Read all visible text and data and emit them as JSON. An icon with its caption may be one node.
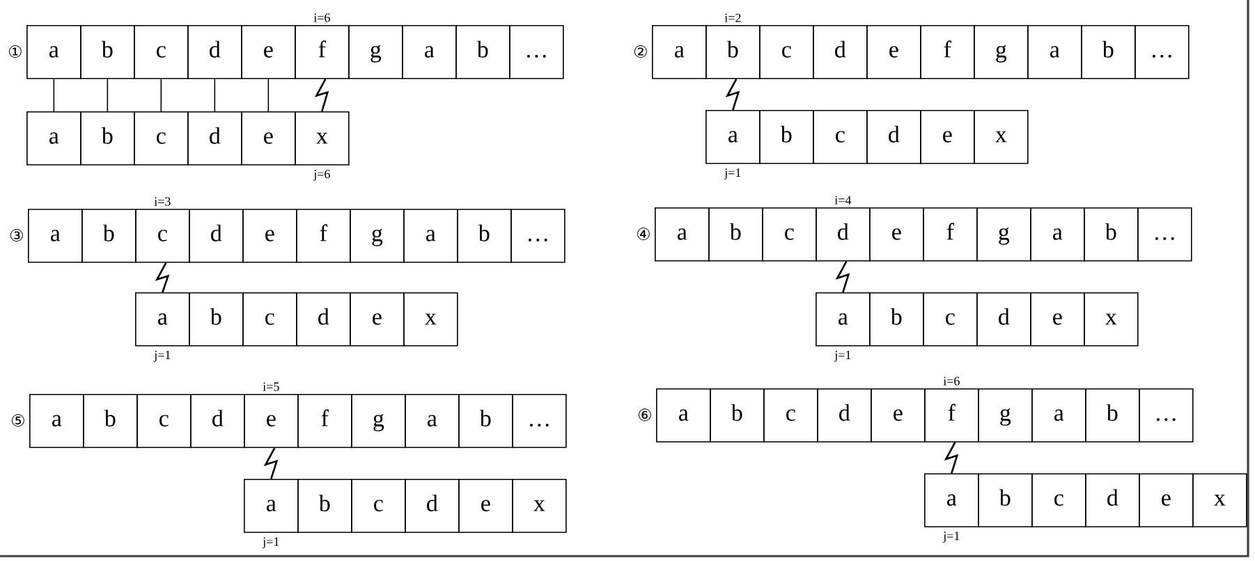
{
  "diagram": {
    "nodes": [
      {
        "text": [
          "a"
        ]
      },
      {
        "text": [
          "b"
        ]
      },
      {
        "text": [
          "c"
        ]
      },
      {
        "text": [
          "d"
        ]
      },
      {
        "text": [
          "e"
        ]
      },
      {
        "text": [
          "f"
        ],
        "beside": [
          "i=6"
        ]
      },
      {
        "text": [
          "g"
        ]
      },
      {
        "text": [
          "a"
        ]
      },
      {
        "text": [
          "b"
        ]
      },
      {
        "text": [
          "…"
        ]
      },
      {
        "text": [
          "a"
        ]
      },
      {
        "text": [
          "b"
        ]
      },
      {
        "text": [
          "c"
        ]
      },
      {
        "text": [
          "d"
        ]
      },
      {
        "text": [
          "e"
        ]
      },
      {
        "text": [
          "x"
        ],
        "beside": [
          "j=6"
        ]
      },
      {
        "text": [
          "a"
        ]
      },
      {
        "text": [
          "b"
        ],
        "beside": [
          "i=2"
        ]
      },
      {
        "text": [
          "c"
        ]
      },
      {
        "text": [
          "d"
        ]
      },
      {
        "text": [
          "e"
        ]
      },
      {
        "text": [
          "f"
        ]
      },
      {
        "text": [
          "g"
        ]
      },
      {
        "text": [
          "a"
        ]
      },
      {
        "text": [
          "b"
        ]
      },
      {
        "text": [
          "…"
        ]
      },
      {
        "text": [
          "a"
        ],
        "beside": [
          "j=1"
        ]
      },
      {
        "text": [
          "b"
        ]
      },
      {
        "text": [
          "c"
        ]
      },
      {
        "text": [
          "d"
        ]
      },
      {
        "text": [
          "e"
        ]
      },
      {
        "text": [
          "x"
        ]
      },
      {
        "text": [
          "a"
        ]
      },
      {
        "text": [
          "b"
        ]
      },
      {
        "text": [
          "c"
        ],
        "beside": [
          "i=3"
        ]
      },
      {
        "text": [
          "d"
        ]
      },
      {
        "text": [
          "e"
        ]
      },
      {
        "text": [
          "f"
        ]
      },
      {
        "text": [
          "g"
        ]
      },
      {
        "text": [
          "a"
        ]
      },
      {
        "text": [
          "b"
        ]
      },
      {
        "text": [
          "…"
        ]
      },
      {
        "text": [
          "a"
        ],
        "beside": [
          "j=1"
        ]
      },
      {
        "text": [
          "b"
        ]
      },
      {
        "text": [
          "c"
        ]
      },
      {
        "text": [
          "d"
        ]
      },
      {
        "text": [
          "e"
        ]
      },
      {
        "text": [
          "x"
        ]
      },
      {
        "text": [
          "a"
        ]
      },
      {
        "text": [
          "b"
        ]
      },
      {
        "text": [
          "c"
        ]
      },
      {
        "text": [
          "d"
        ],
        "beside": [
          "i=4"
        ]
      },
      {
        "text": [
          "e"
        ]
      },
      {
        "text": [
          "f"
        ]
      },
      {
        "text": [
          "g"
        ]
      },
      {
        "text": [
          "a"
        ]
      },
      {
        "text": [
          "b"
        ]
      },
      {
        "text": [
          "…"
        ]
      },
      {
        "text": [
          "a"
        ],
        "beside": [
          "j=1"
        ]
      },
      {
        "text": [
          "b"
        ]
      },
      {
        "text": [
          "c"
        ]
      },
      {
        "text": [
          "d"
        ]
      },
      {
        "text": [
          "e"
        ]
      },
      {
        "text": [
          "x"
        ]
      },
      {
        "text": [
          "a"
        ]
      },
      {
        "text": [
          "b"
        ]
      },
      {
        "text": [
          "c"
        ]
      },
      {
        "text": [
          "d"
        ]
      },
      {
        "text": [
          "e"
        ],
        "beside": [
          "i=5"
        ]
      },
      {
        "text": [
          "f"
        ]
      },
      {
        "text": [
          "g"
        ]
      },
      {
        "text": [
          "a"
        ]
      },
      {
        "text": [
          "b"
        ]
      },
      {
        "text": [
          "…"
        ]
      },
      {
        "text": [
          "a"
        ],
        "beside": [
          "j=1"
        ]
      },
      {
        "text": [
          "b"
        ]
      },
      {
        "text": [
          "c"
        ]
      },
      {
        "text": [
          "d"
        ]
      },
      {
        "text": [
          "e"
        ]
      },
      {
        "text": [
          "x"
        ]
      },
      {
        "text": [
          "a"
        ]
      },
      {
        "text": [
          "b"
        ]
      },
      {
        "text": [
          "c"
        ]
      },
      {
        "text": [
          "d"
        ]
      },
      {
        "text": [
          "e"
        ]
      },
      {
        "text": [
          "f"
        ],
        "beside": [
          "i=6"
        ]
      },
      {
        "text": [
          "g"
        ]
      },
      {
        "text": [
          "a"
        ]
      },
      {
        "text": [
          "b"
        ]
      },
      {
        "text": [
          "…"
        ]
      },
      {
        "text": [
          "a"
        ],
        "beside": [
          "j=1"
        ]
      },
      {
        "text": [
          "b"
        ]
      },
      {
        "text": [
          "c"
        ]
      },
      {
        "text": [
          "d"
        ]
      },
      {
        "text": [
          "e"
        ]
      },
      {
        "text": [
          "x"
        ]
      }
    ],
    "edges": [
      {
        "from": 0,
        "to": 10,
        "arrow": "none"
      },
      {
        "from": 1,
        "to": 11,
        "arrow": "none"
      },
      {
        "from": 2,
        "to": 12,
        "arrow": "none"
      },
      {
        "from": 3,
        "to": 13,
        "arrow": "none"
      },
      {
        "from": 4,
        "to": 14,
        "arrow": "none"
      },
      {
        "from": 5,
        "to": 15,
        "arrow": "none"
      },
      {
        "from": 17,
        "to": 26,
        "arrow": "none"
      },
      {
        "from": 34,
        "to": 42,
        "arrow": "none"
      },
      {
        "from": 51,
        "to": 58,
        "arrow": "none"
      },
      {
        "from": 68,
        "to": 74,
        "arrow": "none"
      },
      {
        "from": 85,
        "to": 90,
        "arrow": "none"
      }
    ],
    "labels": [
      "①",
      "②",
      "③",
      "④",
      "⑤",
      "⑥"
    ]
  }
}
